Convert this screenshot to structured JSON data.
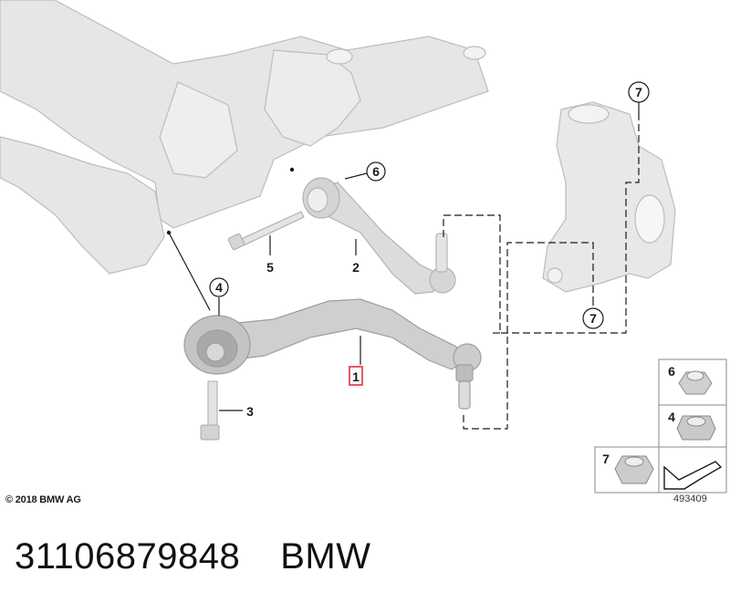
{
  "callouts": {
    "part1": "1",
    "part2": "2",
    "part3": "3",
    "part4": "4",
    "part5": "5",
    "part6": "6",
    "part7_top": "7",
    "part7_mid": "7"
  },
  "legend": {
    "nut6": "6",
    "nut4": "4",
    "nut7": "7"
  },
  "copyright": "© 2018 BMW AG",
  "diagram_id": "493409",
  "caption": {
    "part_number": "31106879848",
    "brand": "BMW"
  },
  "colors": {
    "part_gray": "#d9d9d9",
    "outline": "#b5b5b5",
    "highlight": "#e0303a",
    "ink": "#1a1a1a"
  }
}
